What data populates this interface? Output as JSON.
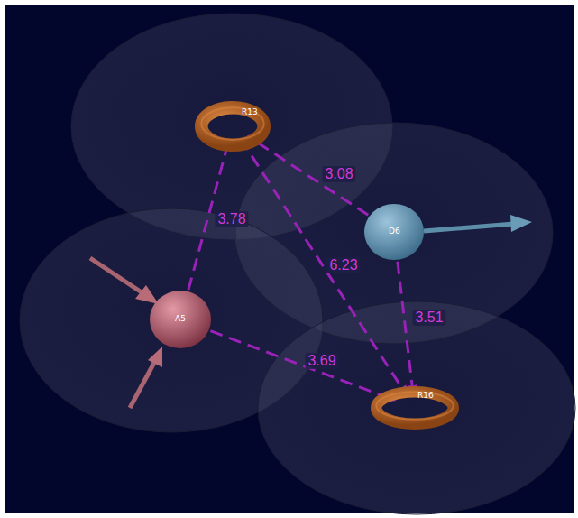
{
  "diagram": {
    "nodes": [
      {
        "text": [
          "R13"
        ]
      },
      {
        "text": [
          "D6"
        ]
      },
      {
        "text": [
          "A5"
        ]
      },
      {
        "text": [
          "R16"
        ]
      }
    ],
    "edges": [
      {
        "from": 2,
        "to": 0,
        "arrow": "to",
        "label": "3.78"
      },
      {
        "from": 1,
        "to": 0,
        "arrow": "to",
        "label": "3.08"
      },
      {
        "from": 0,
        "to": 3,
        "arrow": "to",
        "label": "6.23"
      },
      {
        "from": 1,
        "to": 3,
        "arrow": "to",
        "label": "3.51"
      },
      {
        "from": 2,
        "to": 3,
        "arrow": "to",
        "label": "3.69"
      }
    ]
  }
}
